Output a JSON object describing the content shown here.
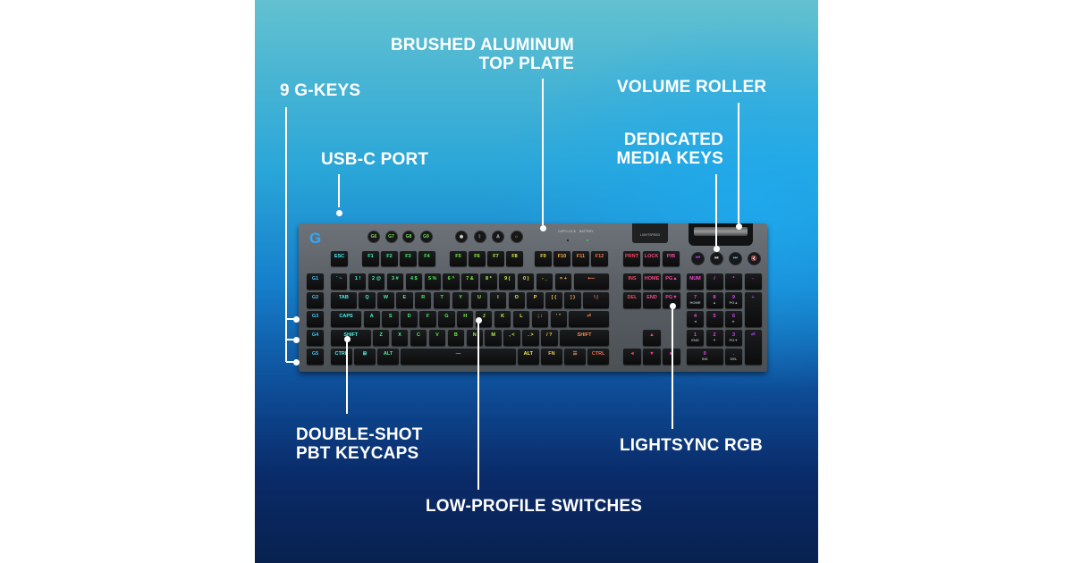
{
  "callouts": {
    "top_plate": [
      "BRUSHED ALUMINUM",
      "TOP PLATE"
    ],
    "g_keys": "9 G-KEYS",
    "usb_port": "USB-C PORT",
    "volume_roller": "VOLUME ROLLER",
    "media_keys": [
      "DEDICATED",
      "MEDIA KEYS"
    ],
    "keycaps": [
      "DOUBLE-SHOT",
      "PBT KEYCAPS"
    ],
    "switches": "LOW-PROFILE SWITCHES",
    "lightsync": "LIGHTSYNC RGB"
  },
  "keyboard": {
    "logo": "G",
    "top_g_keys": [
      "G6",
      "G7",
      "G8",
      "G9"
    ],
    "top_icons": [
      "game-mode-icon",
      "bluetooth-icon",
      "lightspeed-icon",
      "brightness-icon"
    ],
    "indicators": [
      "CAPS LOCK",
      "BATTERY"
    ],
    "lightspeed_label": "LIGHTSPEED",
    "media_icons": [
      "⏮",
      "⏯",
      "⏭",
      "🔇"
    ],
    "g_keys": [
      "G1",
      "G2",
      "G3",
      "G4",
      "G5"
    ],
    "fn_row": [
      "ESC",
      "F1",
      "F2",
      "F3",
      "F4",
      "F5",
      "F6",
      "F7",
      "F8",
      "F9",
      "F10",
      "F11",
      "F12",
      "PRNT",
      "LOCK",
      "P/B"
    ],
    "main_rows": [
      [
        "` ~",
        "1 !",
        "2 @",
        "3 #",
        "4 $",
        "5 %",
        "6 ^",
        "7 &",
        "8 *",
        "9 (",
        "0 )",
        "- _",
        "= +",
        "⟵"
      ],
      [
        "TAB",
        "Q",
        "W",
        "E",
        "R",
        "T",
        "Y",
        "U",
        "I",
        "O",
        "P",
        "[ {",
        "] }",
        "\\ |"
      ],
      [
        "CAPS",
        "A",
        "S",
        "D",
        "F",
        "G",
        "H",
        "J",
        "K",
        "L",
        "; :",
        "' \"",
        "⏎"
      ],
      [
        "SHIFT",
        "Z",
        "X",
        "C",
        "V",
        "B",
        "N",
        "M",
        ", <",
        ". >",
        "/ ?",
        "SHIFT"
      ],
      [
        "CTRL",
        "⊞",
        "ALT",
        "—",
        "ALT",
        "FN",
        "☰",
        "CTRL"
      ]
    ],
    "nav_rows": [
      [
        "INS",
        "HOME",
        "PG▲"
      ],
      [
        "DEL",
        "END",
        "PG▼"
      ]
    ],
    "arrows": [
      "▲",
      "◄",
      "▼",
      "►"
    ],
    "numpad": [
      {
        "main": "NUM"
      },
      {
        "main": "/"
      },
      {
        "main": "*"
      },
      {
        "main": "-"
      },
      {
        "main": "7",
        "sub": "HOME"
      },
      {
        "main": "8",
        "sub": "▲"
      },
      {
        "main": "9",
        "sub": "PG▲"
      },
      {
        "main": "+"
      },
      {
        "main": "4",
        "sub": "◄"
      },
      {
        "main": "5"
      },
      {
        "main": "6",
        "sub": "►"
      },
      {
        "main": "1",
        "sub": "END"
      },
      {
        "main": "2",
        "sub": "▼"
      },
      {
        "main": "3",
        "sub": "PG▼"
      },
      {
        "main": "⏎"
      },
      {
        "main": "0",
        "sub": "INS"
      },
      {
        "main": ".",
        "sub": "DEL"
      }
    ]
  },
  "colors": {
    "logo": "#2fa8ff",
    "callout_text": "#ffffff",
    "frame": "#5f656a"
  }
}
